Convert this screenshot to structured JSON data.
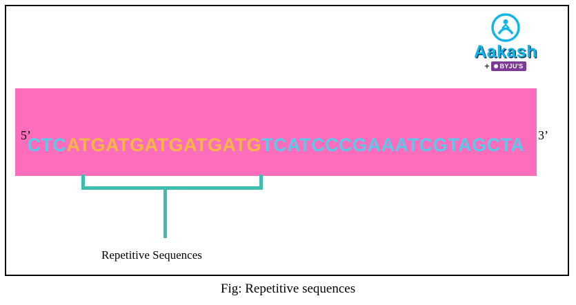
{
  "logo": {
    "brand": "Aakash",
    "plus": "+",
    "sub_brand": "BYJU'S"
  },
  "figure": {
    "left_end_label": "5’",
    "right_end_label": "3’",
    "sequence": {
      "prefix": "CTC",
      "repeat": "ATGATGATGATGATG",
      "suffix": "TCATCCCGAAATCGTAGCTA"
    },
    "annotation": "Repetitive Sequences",
    "caption": "Fig: Repetitive sequences"
  },
  "colors": {
    "band_pink": "#fc6ebc",
    "sequence_cyan": "#5cc9ea",
    "repeat_orange": "#f6b845",
    "bracket_teal": "#3fbdae",
    "brand_cyan": "#12b5e6",
    "byjus_purple": "#7d3a96"
  }
}
